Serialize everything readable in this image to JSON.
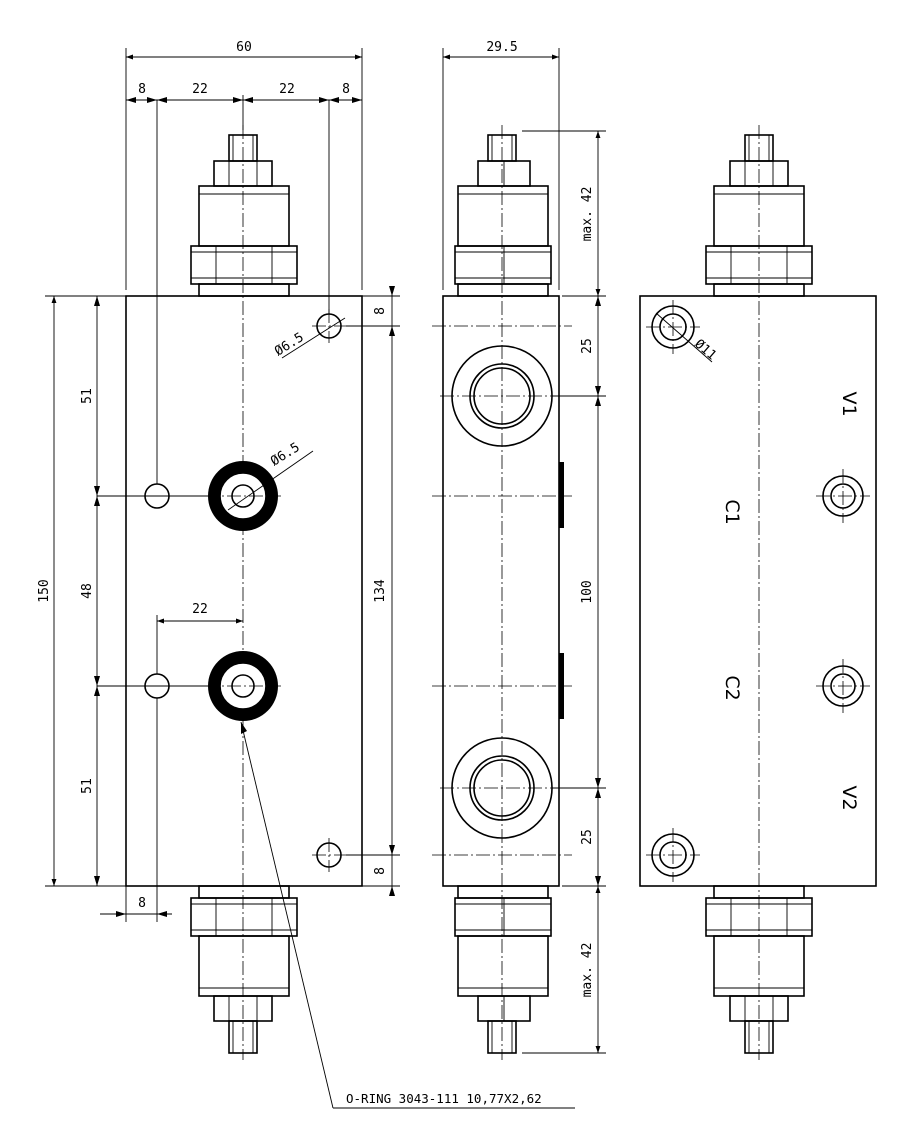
{
  "dimensions": {
    "width_total": "60",
    "side_width": "29.5",
    "offset_left": "8",
    "pitch_left": "22",
    "pitch_right": "22",
    "offset_right": "8",
    "hole_diameter_top": "Ø6.5",
    "hole_diameter_port": "Ø6.5",
    "height_total": "150",
    "seg_top": "51",
    "seg_mid": "48",
    "seg_bottom": "51",
    "hole_pitch_vertical": "134",
    "edge_top": "8",
    "edge_bottom": "8",
    "port_spacing": "22",
    "bottom_offset": "8",
    "side_top": "25",
    "side_mid": "100",
    "side_bottom": "25",
    "max_top": "max. 42",
    "max_bottom": "max. 42",
    "mount_hole_diameter": "Ø11"
  },
  "ports": {
    "v1": "V1",
    "c1": "C1",
    "c2": "C2",
    "v2": "V2"
  },
  "notes": {
    "oring": "O-RING 3043-111 10,77X2,62"
  }
}
